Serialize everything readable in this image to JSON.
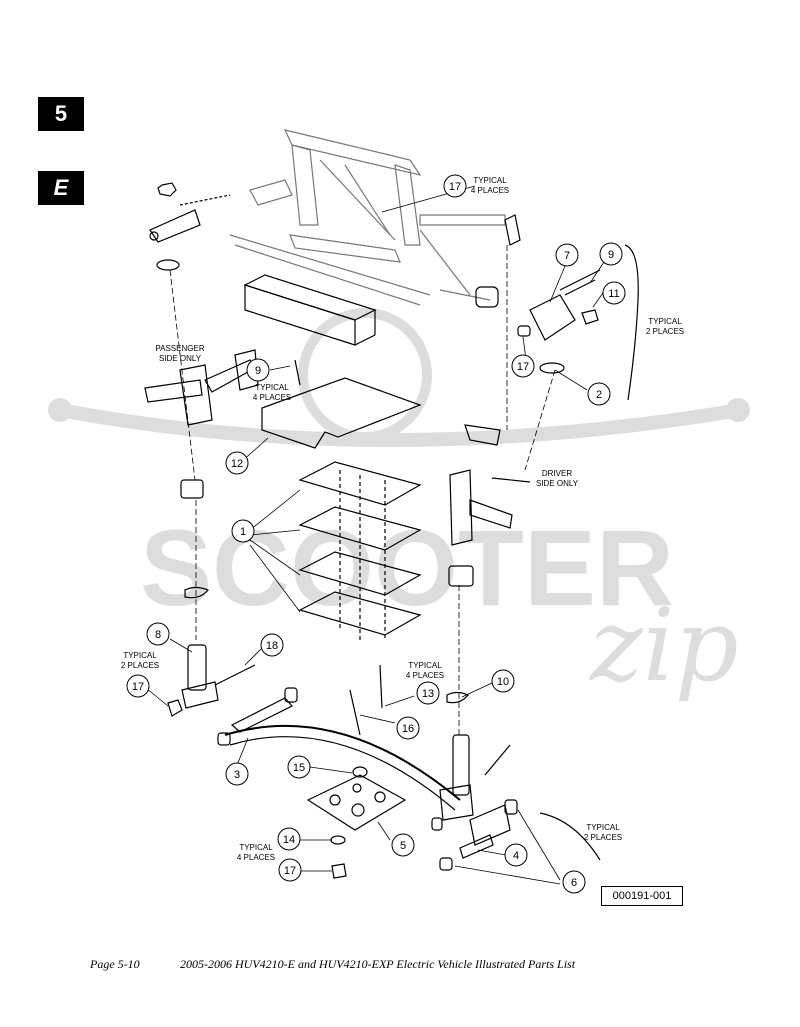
{
  "tabs": {
    "chapter": "5",
    "section": "E"
  },
  "watermark": {
    "brand": "SCOOTER",
    "brand_script": "zip"
  },
  "notes": {
    "passenger": [
      "PASSENGER",
      "SIDE ONLY"
    ],
    "driver": [
      "DRIVER",
      "SIDE ONLY"
    ],
    "typical_4_a": [
      "TYPICAL",
      "4 PLACES"
    ],
    "typical_4_b": [
      "TYPICAL",
      "4 PLACES"
    ],
    "typical_4_c": [
      "TYPICAL",
      "4 PLACES"
    ],
    "typical_4_d": [
      "TYPICAL",
      "4 PLACES"
    ],
    "typical_2_a": [
      "TYPICAL",
      "2 PLACES"
    ],
    "typical_2_b": [
      "TYPICAL",
      "2 PLACES"
    ],
    "typical_2_c": [
      "TYPICAL",
      "2 PLACES"
    ]
  },
  "callouts": [
    "1",
    "2",
    "3",
    "4",
    "5",
    "6",
    "7",
    "8",
    "9",
    "9",
    "10",
    "11",
    "12",
    "13",
    "14",
    "15",
    "16",
    "17",
    "17",
    "17",
    "17",
    "18"
  ],
  "reference_code": "000191-001",
  "footer": {
    "page": "Page 5-10",
    "title": "2005-2006 HUV4210-E and HUV4210-EXP Electric Vehicle Illustrated Parts List"
  }
}
